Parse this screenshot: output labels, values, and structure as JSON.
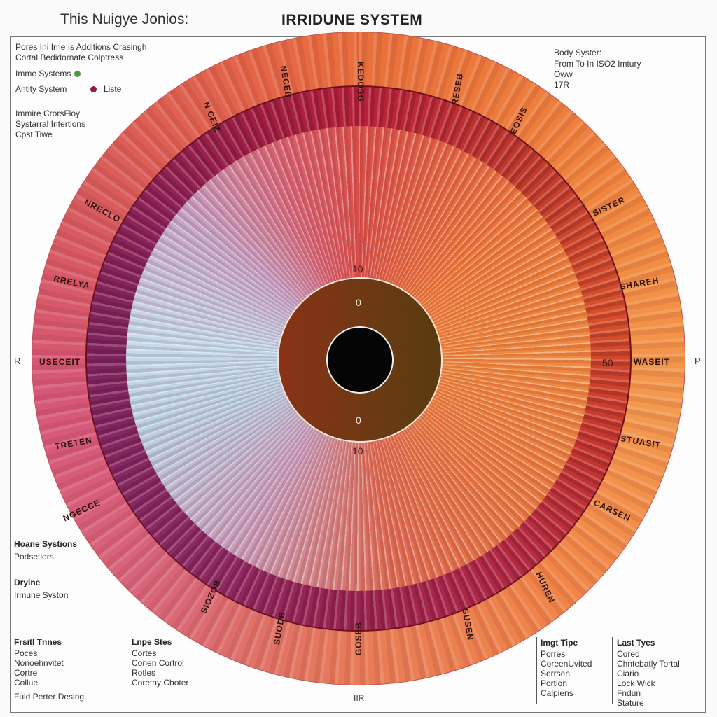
{
  "header": {
    "subtitle": "This Nuigye Jonios:",
    "title": "IRRIDUNE SYSTEM"
  },
  "top_left": {
    "line1": "Pores Ini Irrie Is Additions Crasingh",
    "line2": "Cortal Bedidornate Colptress",
    "legend": [
      {
        "label": "Imme Systems",
        "color": "#4a9a3a",
        "note": ""
      },
      {
        "label": "Antity System",
        "color": "#9a1a3a",
        "note": "Liste"
      }
    ],
    "notes": [
      "Immire CrorsFloy",
      "Systarral Intertions",
      "Cpst Tiwe"
    ]
  },
  "top_right": {
    "lines": [
      "Body Syster:",
      "From To In ISO2 Imtury",
      "Oww",
      "17R"
    ]
  },
  "left_mid": {
    "h1": "Hoane Systions",
    "t1": "Podsetlors",
    "h2": "Dryine",
    "t2": "Irmune Syston"
  },
  "bottom_cols": [
    {
      "heading": "Frsitl Tnnes",
      "items": [
        "Poces",
        "Nonoehnvitet",
        "Cortre",
        "Collue"
      ],
      "footer": "Fuld Perter Desing"
    },
    {
      "heading": "Lnpe Stes",
      "items": [
        "Cortes",
        "Conen Cortrol",
        "Rotles",
        "Coretay Cboter"
      ]
    },
    {
      "heading": "Imgt Tipe",
      "items": [
        "Porres",
        "CoreenUvited",
        "Sorrsen",
        "Portion",
        "Calpiens"
      ]
    },
    {
      "heading": "Last Tyes",
      "items": [
        "Cored",
        "Chntebatly Tortal",
        "Ciario",
        "Lock Wick",
        "Fndun",
        "Stature"
      ]
    }
  ],
  "side_marks": {
    "left": "R",
    "right": "P",
    "bottom": "IIR"
  },
  "iris_labels": {
    "left": [
      "NGECCE",
      "TRETEN",
      "USECEIT",
      "RRELYA",
      "NRECLO"
    ],
    "right": [
      "SISTER",
      "SHAREH",
      "WASEIT",
      "STUASIT",
      "CARSEN"
    ],
    "top": [
      "N CEIZ",
      "NECEB",
      "KEDOSG",
      "RESEB",
      "EOSIS"
    ],
    "bottom": [
      "SIOZOB",
      "SUODB",
      "GOSEB",
      "SUSEN",
      "HUREN"
    ]
  },
  "center_marks": [
    "0",
    "0",
    "10",
    "10",
    "50"
  ]
}
